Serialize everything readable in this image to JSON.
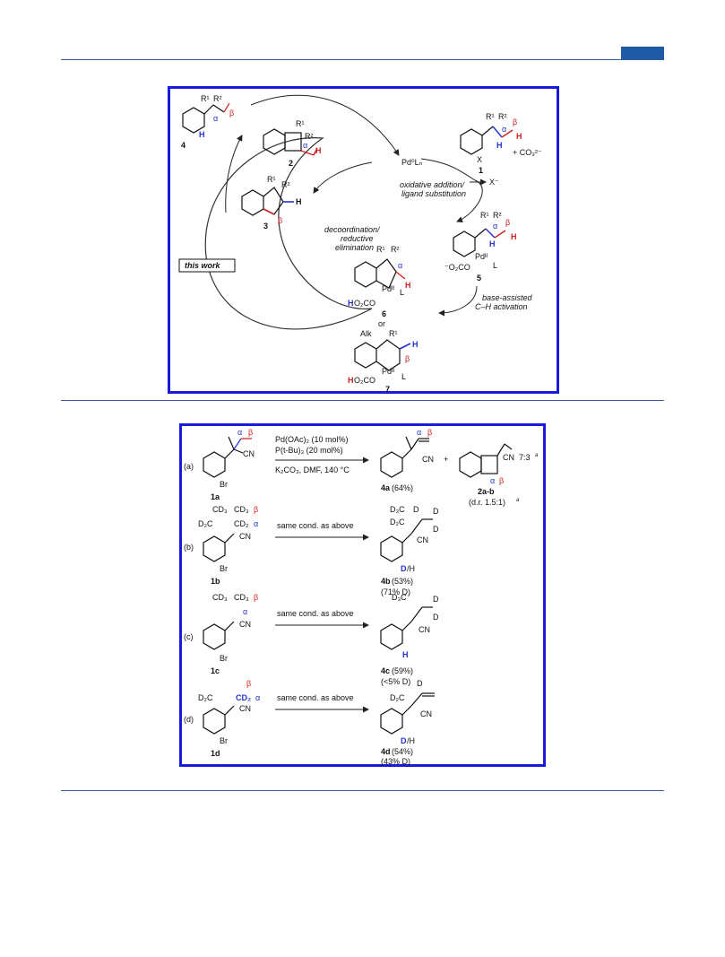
{
  "scheme1": {
    "cmpd": {
      "c4": "4",
      "c2": "2",
      "c1": "1",
      "c3": "3",
      "c5": "5",
      "c6": "6",
      "c7": "7"
    },
    "r1": "R¹",
    "r2": "R²",
    "alk": "Alk",
    "alpha": "α",
    "beta": "β",
    "h": "H",
    "x": "X",
    "carbonate": "+ CO₃²⁻",
    "pd0": "Pd⁰Lₙ",
    "xminus": "X⁻",
    "step_ox1": "oxidative addition/",
    "step_ox2": "ligand substitution",
    "step_base1": "base-assisted",
    "step_base2": "C–H activation",
    "step_dec1": "decoordination/",
    "step_dec2": "reductive",
    "step_dec3": "elimination",
    "this_work": "this work",
    "pd2": "Pdᴵᴵ",
    "l": "L",
    "o2co": "⁻O₂CO",
    "ho2co_h": "H",
    "ho2co": "O₂CO",
    "or": "or"
  },
  "scheme2": {
    "rows": [
      {
        "tag": "(a)",
        "sm": "1a",
        "p1": "4a",
        "p1y": " (64%)",
        "plus": "+",
        "p2": "2a-b",
        "dr": "(d.r. 1.5:1)",
        "dr_sup": "a",
        "ratio": "7:3",
        "ratio_sup": "a"
      },
      {
        "tag": "(b)",
        "sm": "1b",
        "p1": "4b",
        "p1y": " (53%)",
        "dc": "(71% D)"
      },
      {
        "tag": "(c)",
        "sm": "1c",
        "p1": "4c",
        "p1y": " (59%)",
        "dc": "(<5% D)"
      },
      {
        "tag": "(d)",
        "sm": "1d",
        "p1": "4d",
        "p1y": " (54%)",
        "dc": "(43% D)"
      }
    ],
    "cond1": "Pd(OAc)₂ (10 mol%)",
    "cond2": "P(t-Bu)₃ (20 mol%)",
    "cond3": "K₂CO₃, DMF, 140 °C",
    "same": "same cond. as above",
    "cn": "CN",
    "br": "Br",
    "cd3": "CD₃",
    "d2c": "D₂C",
    "cd2": "CD₂",
    "d3c": "D₃C",
    "d": "D",
    "dh_d": "D",
    "dh_h": "/H",
    "h": "H",
    "ch2": "C",
    "alpha": "α",
    "beta": "β"
  }
}
